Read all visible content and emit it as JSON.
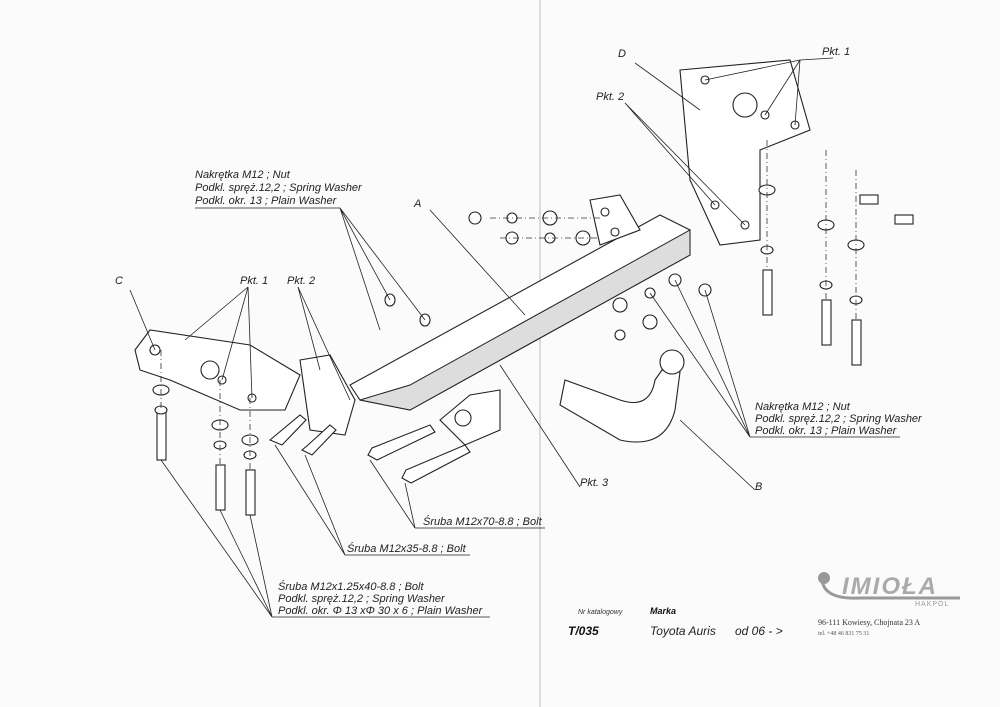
{
  "labels": {
    "D": "D",
    "A": "A",
    "B": "B",
    "C": "C",
    "pkt1_top": "Pkt. 1",
    "pkt2_top": "Pkt. 2",
    "pkt1_left": "Pkt. 1",
    "pkt2_left": "Pkt. 2",
    "pkt3": "Pkt. 3"
  },
  "callouts": {
    "nut_top": [
      "Nakrętka  M12 ; Nut",
      "Podkl. spręż.12,2 ; Spring Washer",
      "Podkl. okr. 13 ; Plain Washer"
    ],
    "nut_right": [
      "Nakrętka  M12 ; Nut",
      "Podkl. spręż.12,2 ; Spring Washer",
      "Podkl. okr. 13 ; Plain Washer"
    ],
    "bolt_70": "Śruba M12x70-8.8 ;  Bolt",
    "bolt_35": "Śruba M12x35-8.8 ;  Bolt",
    "bolt_40": [
      "Śruba M12x1.25x40-8.8 ;  Bolt",
      "Podkl. spręż.12,2 ; Spring Washer",
      "Podkl. okr. Φ 13 xΦ 30 x 6 ; Plain Washer"
    ]
  },
  "title_block": {
    "catalog_label": "Nr katalogowy",
    "catalog_no": "T/035",
    "make_label": "Marka",
    "make": "Toyota Auris",
    "from": "od  06 - >",
    "address": "96-111 Kowiesy, Chojnata 23 A",
    "phone": "tel. +48 46 831 75 31"
  },
  "logo": {
    "name": "IMIOŁA",
    "sub": "HAKPOL"
  }
}
